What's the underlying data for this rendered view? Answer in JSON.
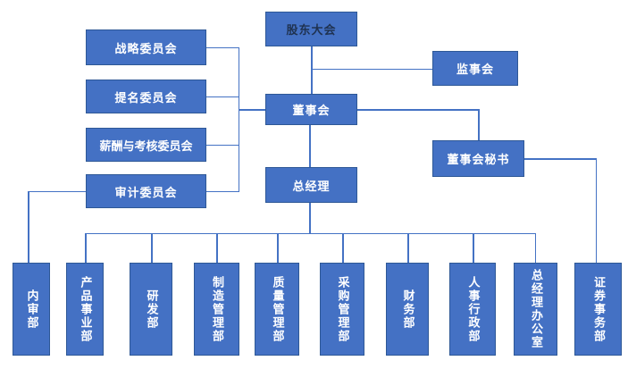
{
  "diagram": {
    "type": "org-chart",
    "colors": {
      "background": "#FFFFFF",
      "box_fill": "#4471C4",
      "box_border": "#2E5896",
      "connector": "#4472C4",
      "text_primary": "#FFFFFF",
      "text_top_box": "#1F3250"
    },
    "nodes": {
      "shareholders_meeting": {
        "label": "股东大会"
      },
      "supervisory_board": {
        "label": "监事会"
      },
      "board_of_directors": {
        "label": "董事会"
      },
      "strategy_committee": {
        "label": "战略委员会"
      },
      "nomination_committee": {
        "label": "提名委员会"
      },
      "remuneration_committee": {
        "label": "薪酬与考核委员会"
      },
      "audit_committee": {
        "label": "审计委员会"
      },
      "board_secretary": {
        "label": "董事会秘书"
      },
      "general_manager": {
        "label": "总经理"
      },
      "departments": [
        {
          "label": "内审部"
        },
        {
          "label": "产品事业部"
        },
        {
          "label": "研发部"
        },
        {
          "label": "制造管理部"
        },
        {
          "label": "质量管理部"
        },
        {
          "label": "采购管理部"
        },
        {
          "label": "财务部"
        },
        {
          "label": "人事行政部"
        },
        {
          "label": "总经理办公室"
        },
        {
          "label": "证券事务部"
        }
      ]
    },
    "edges": [
      "shareholders_meeting-board_of_directors",
      "shareholders_meeting-supervisory_board",
      "board_of_directors-strategy_committee",
      "board_of_directors-nomination_committee",
      "board_of_directors-remuneration_committee",
      "board_of_directors-audit_committee",
      "board_of_directors-board_secretary",
      "board_of_directors-general_manager",
      "audit_committee-internal_audit_dept",
      "board_secretary-securities_affairs_dept",
      "general_manager-departments_bus"
    ]
  }
}
